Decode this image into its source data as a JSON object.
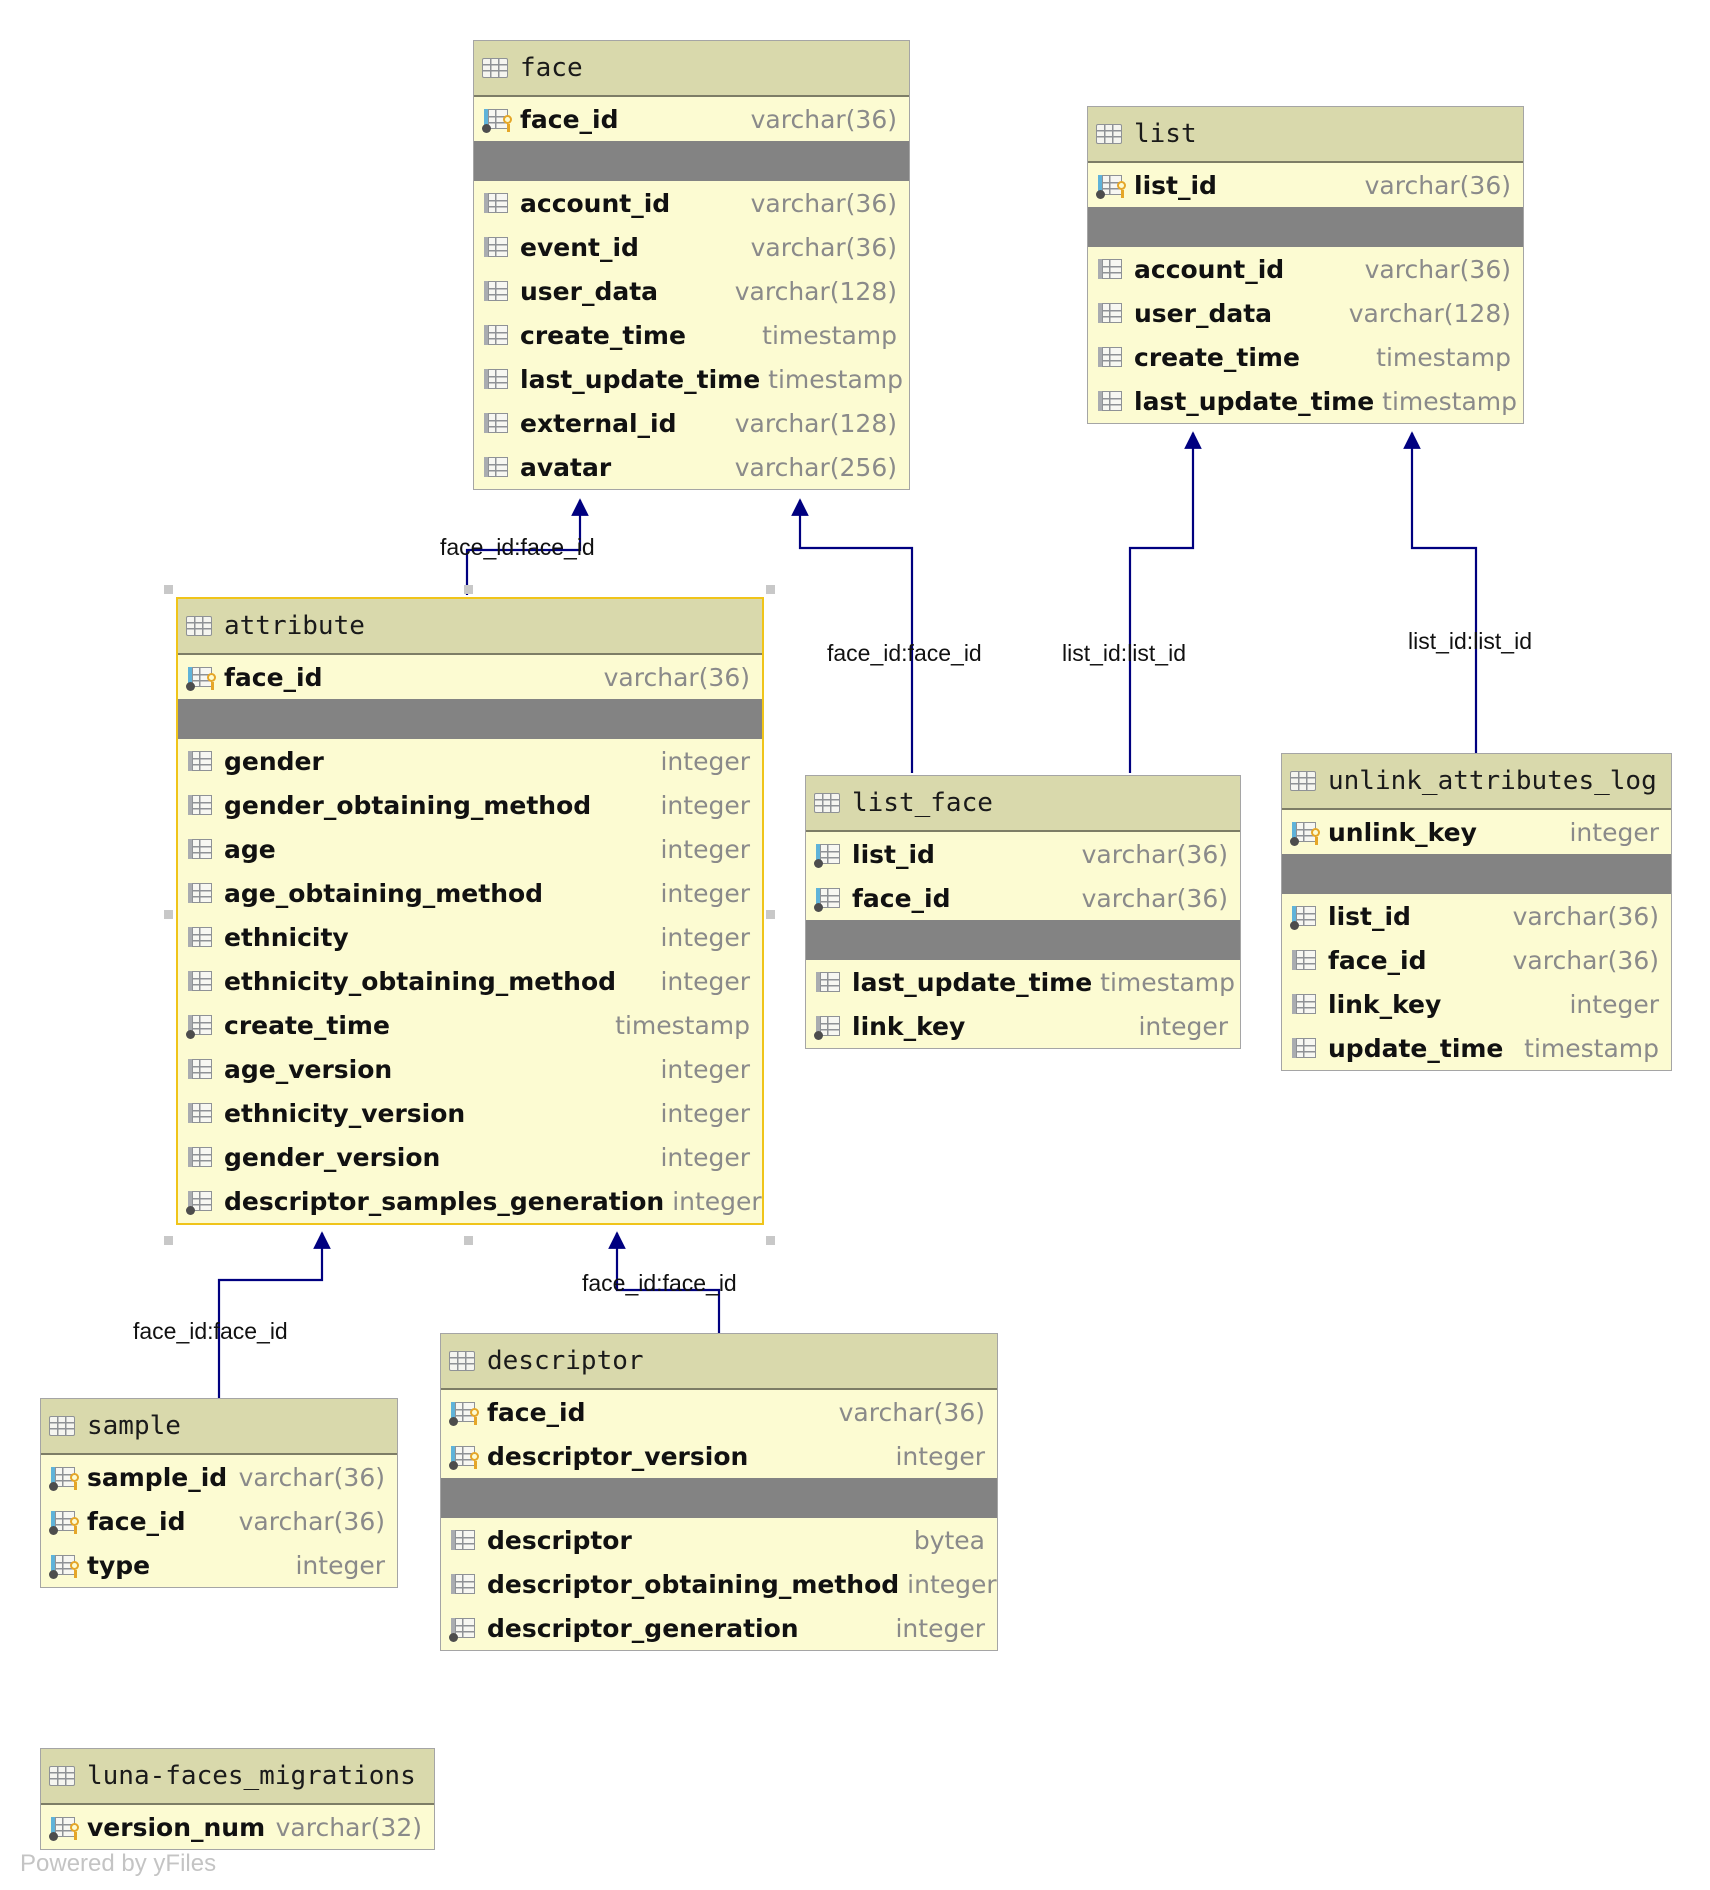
{
  "tables": {
    "face": {
      "title": "face",
      "keys": [
        {
          "name": "face_id",
          "type": "varchar(36)",
          "icon": "primary-key-icon"
        }
      ],
      "columns": [
        {
          "name": "account_id",
          "type": "varchar(36)",
          "icon": "column-icon"
        },
        {
          "name": "event_id",
          "type": "varchar(36)",
          "icon": "column-icon"
        },
        {
          "name": "user_data",
          "type": "varchar(128)",
          "icon": "column-icon"
        },
        {
          "name": "create_time",
          "type": "timestamp",
          "icon": "column-icon"
        },
        {
          "name": "last_update_time",
          "type": "timestamp",
          "icon": "column-icon"
        },
        {
          "name": "external_id",
          "type": "varchar(128)",
          "icon": "column-icon"
        },
        {
          "name": "avatar",
          "type": "varchar(256)",
          "icon": "column-icon"
        }
      ]
    },
    "list": {
      "title": "list",
      "keys": [
        {
          "name": "list_id",
          "type": "varchar(36)",
          "icon": "primary-key-icon"
        }
      ],
      "columns": [
        {
          "name": "account_id",
          "type": "varchar(36)",
          "icon": "column-icon"
        },
        {
          "name": "user_data",
          "type": "varchar(128)",
          "icon": "column-icon"
        },
        {
          "name": "create_time",
          "type": "timestamp",
          "icon": "column-icon"
        },
        {
          "name": "last_update_time",
          "type": "timestamp",
          "icon": "column-icon"
        }
      ]
    },
    "attribute": {
      "title": "attribute",
      "keys": [
        {
          "name": "face_id",
          "type": "varchar(36)",
          "icon": "primary-foreign-key-icon"
        }
      ],
      "columns": [
        {
          "name": "gender",
          "type": "integer",
          "icon": "column-icon"
        },
        {
          "name": "gender_obtaining_method",
          "type": "integer",
          "icon": "column-icon"
        },
        {
          "name": "age",
          "type": "integer",
          "icon": "column-icon"
        },
        {
          "name": "age_obtaining_method",
          "type": "integer",
          "icon": "column-icon"
        },
        {
          "name": "ethnicity",
          "type": "integer",
          "icon": "column-icon"
        },
        {
          "name": "ethnicity_obtaining_method",
          "type": "integer",
          "icon": "column-icon"
        },
        {
          "name": "create_time",
          "type": "timestamp",
          "icon": "indexed-column-icon"
        },
        {
          "name": "age_version",
          "type": "integer",
          "icon": "column-icon"
        },
        {
          "name": "ethnicity_version",
          "type": "integer",
          "icon": "column-icon"
        },
        {
          "name": "gender_version",
          "type": "integer",
          "icon": "column-icon"
        },
        {
          "name": "descriptor_samples_generation",
          "type": "integer",
          "icon": "indexed-column-icon"
        }
      ]
    },
    "list_face": {
      "title": "list_face",
      "keys": [
        {
          "name": "list_id",
          "type": "varchar(36)",
          "icon": "foreign-key-icon"
        },
        {
          "name": "face_id",
          "type": "varchar(36)",
          "icon": "foreign-key-icon"
        }
      ],
      "columns": [
        {
          "name": "last_update_time",
          "type": "timestamp",
          "icon": "column-icon"
        },
        {
          "name": "link_key",
          "type": "integer",
          "icon": "indexed-column-icon"
        }
      ]
    },
    "unlink_attributes_log": {
      "title": "unlink_attributes_log",
      "keys": [
        {
          "name": "unlink_key",
          "type": "integer",
          "icon": "primary-key-icon"
        }
      ],
      "columns": [
        {
          "name": "list_id",
          "type": "varchar(36)",
          "icon": "foreign-key-icon"
        },
        {
          "name": "face_id",
          "type": "varchar(36)",
          "icon": "column-icon"
        },
        {
          "name": "link_key",
          "type": "integer",
          "icon": "column-icon"
        },
        {
          "name": "update_time",
          "type": "timestamp",
          "icon": "column-icon"
        }
      ]
    },
    "sample": {
      "title": "sample",
      "keys": [
        {
          "name": "sample_id",
          "type": "varchar(36)",
          "icon": "primary-key-icon"
        },
        {
          "name": "face_id",
          "type": "varchar(36)",
          "icon": "primary-foreign-key-icon"
        },
        {
          "name": "type",
          "type": "integer",
          "icon": "primary-key-icon"
        }
      ],
      "columns": []
    },
    "descriptor": {
      "title": "descriptor",
      "keys": [
        {
          "name": "face_id",
          "type": "varchar(36)",
          "icon": "primary-foreign-key-icon"
        },
        {
          "name": "descriptor_version",
          "type": "integer",
          "icon": "primary-key-icon"
        }
      ],
      "columns": [
        {
          "name": "descriptor",
          "type": "bytea",
          "icon": "column-icon"
        },
        {
          "name": "descriptor_obtaining_method",
          "type": "integer",
          "icon": "column-icon"
        },
        {
          "name": "descriptor_generation",
          "type": "integer",
          "icon": "indexed-column-icon"
        }
      ]
    },
    "luna_faces_migrations": {
      "title": "luna-faces_migrations",
      "keys": [
        {
          "name": "version_num",
          "type": "varchar(32)",
          "icon": "primary-key-icon"
        }
      ],
      "columns": []
    }
  },
  "relations": [
    {
      "label": "face_id:face_id",
      "from": "attribute",
      "to": "face"
    },
    {
      "label": "face_id:face_id",
      "from": "list_face",
      "to": "face"
    },
    {
      "label": "list_id:list_id",
      "from": "list_face",
      "to": "list"
    },
    {
      "label": "list_id:list_id",
      "from": "unlink_attributes_log",
      "to": "list"
    },
    {
      "label": "face_id:face_id",
      "from": "sample",
      "to": "attribute"
    },
    {
      "label": "face_id:face_id",
      "from": "descriptor",
      "to": "attribute"
    }
  ],
  "watermark": "Powered by yFiles",
  "colors": {
    "table_body": "#fcfbd2",
    "table_header": "#d9d9ac",
    "separator": "#838383",
    "selection": "#f0c419",
    "relation_line": "#000080",
    "key_icon": "#e5a628",
    "column_bar": "#5fb3d9"
  }
}
